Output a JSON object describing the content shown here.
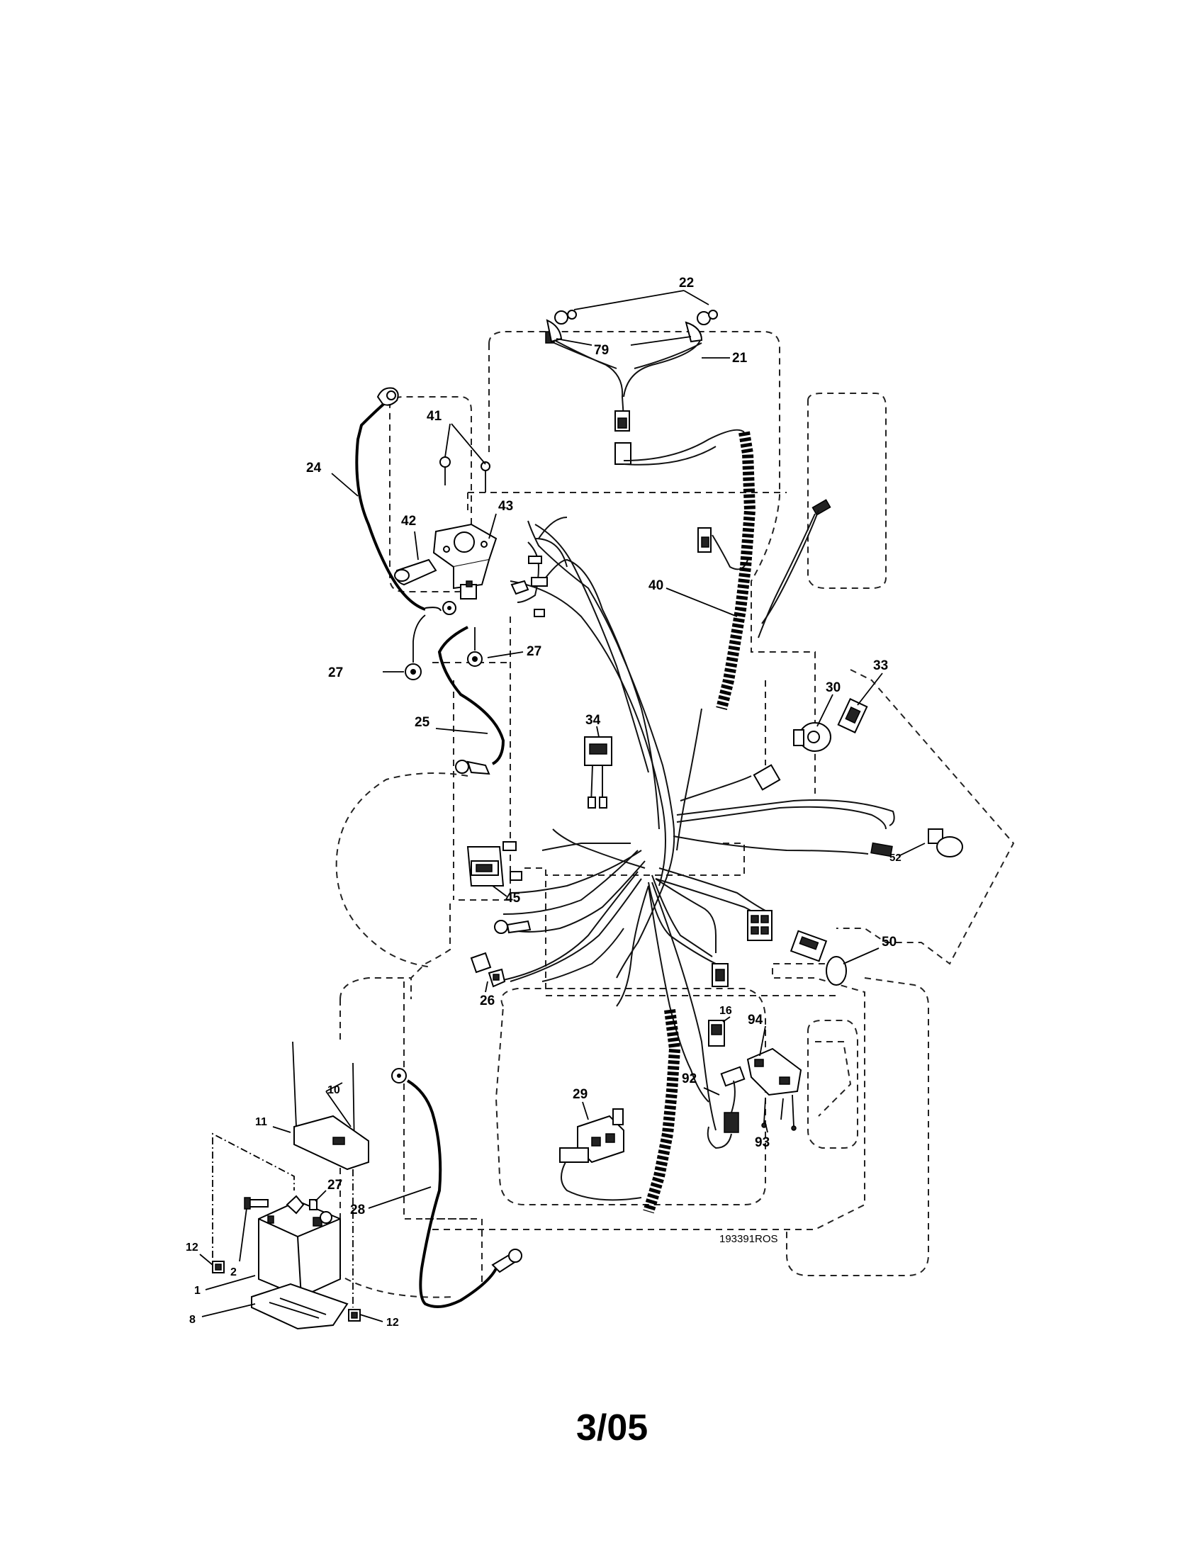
{
  "diagram_code": "193391ROS",
  "footer_text": "3/05",
  "callouts": {
    "c1": "1",
    "c2": "2",
    "c8": "8",
    "c10": "10",
    "c11": "11",
    "c12a": "12",
    "c12b": "12",
    "c16": "16",
    "c21": "21",
    "c22": "22",
    "c24": "24",
    "c25": "25",
    "c26": "26",
    "c27a": "27",
    "c27b": "27",
    "c27c": "27",
    "c28": "28",
    "c29": "29",
    "c30": "30",
    "c33": "33",
    "c34": "34",
    "c40": "40",
    "c41": "41",
    "c42": "42",
    "c43": "43",
    "c45": "45",
    "c50": "50",
    "c52": "52",
    "c79": "79",
    "c92": "92",
    "c93": "93",
    "c94": "94"
  }
}
